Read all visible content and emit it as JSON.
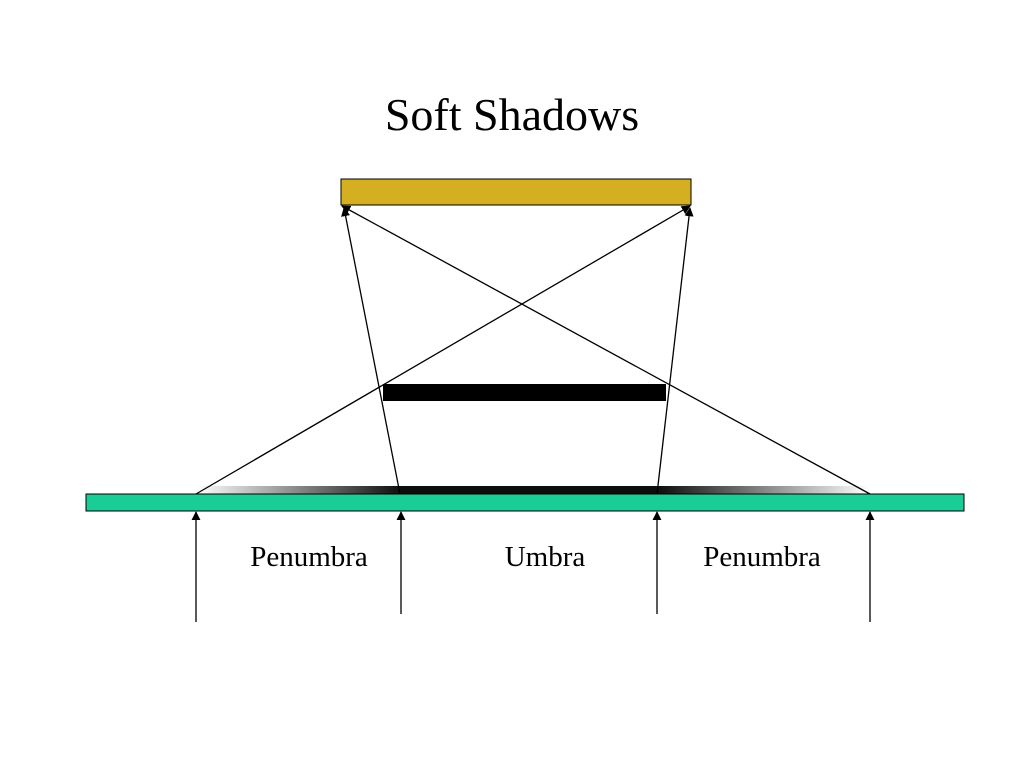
{
  "slide": {
    "title": "Soft Shadows"
  },
  "colors": {
    "light_source": "#D4AF22",
    "occluder": "#000000",
    "receiver": "#1ACC96",
    "line": "#000000",
    "background": "#FFFFFF"
  },
  "diagram": {
    "region_labels": {
      "left_penumbra": "Penumbra",
      "umbra": "Umbra",
      "right_penumbra": "Penumbra"
    }
  }
}
